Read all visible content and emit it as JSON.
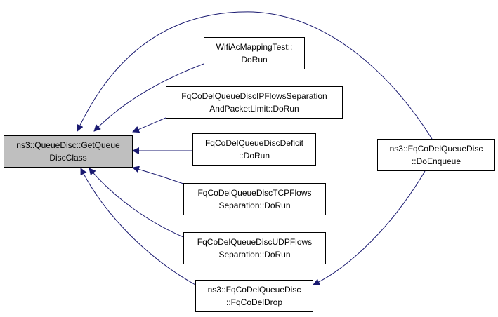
{
  "colors": {
    "edge": "#191970",
    "root_fill": "#bfbfbf",
    "node_fill": "#ffffff",
    "border": "#000000"
  },
  "nodes": {
    "get_queue_disc_class": {
      "line1": "ns3::QueueDisc::GetQueue",
      "line2": "DiscClass"
    },
    "wifi_ac_mapping": {
      "line1": "WifiAcMappingTest::",
      "line2": "DoRun"
    },
    "ip_flows_separation": {
      "line1": "FqCoDelQueueDiscIPFlowsSeparation",
      "line2": "AndPacketLimit::DoRun"
    },
    "deficit": {
      "line1": "FqCoDelQueueDiscDeficit",
      "line2": "::DoRun"
    },
    "tcp_flows": {
      "line1": "FqCoDelQueueDiscTCPFlows",
      "line2": "Separation::DoRun"
    },
    "udp_flows": {
      "line1": "FqCoDelQueueDiscUDPFlows",
      "line2": "Separation::DoRun"
    },
    "fqcodel_drop": {
      "line1": "ns3::FqCoDelQueueDisc",
      "line2": "::FqCoDelDrop"
    },
    "do_enqueue": {
      "line1": "ns3::FqCoDelQueueDisc",
      "line2": "::DoEnqueue"
    }
  }
}
